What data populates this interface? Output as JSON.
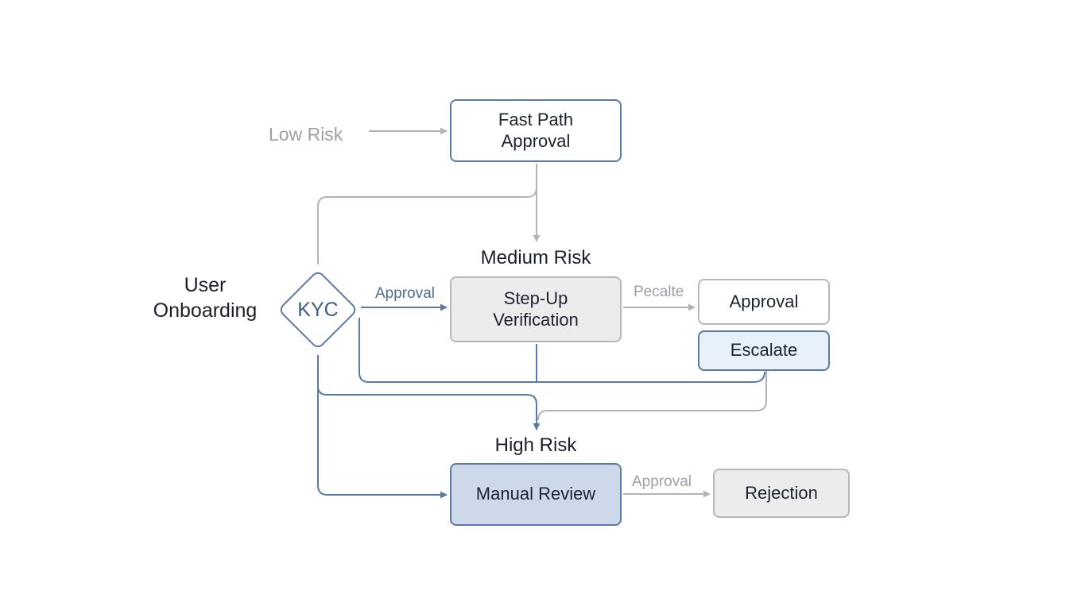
{
  "diagram": {
    "start_label": [
      "User",
      "Onboarding"
    ],
    "decision": "KYC",
    "tiers": {
      "low": "Low Risk",
      "medium": "Medium Risk",
      "high": "High Risk"
    },
    "nodes": {
      "fast_path": [
        "Fast Path",
        "Approval"
      ],
      "step_up": [
        "Step-Up",
        "Verification"
      ],
      "approval": "Approval",
      "escalate": "Escalate",
      "manual_review": "Manual Review",
      "rejection": "Rejection"
    },
    "edge_labels": {
      "kyc_to_stepup": "Approval",
      "stepup_to_approval": "Pecalte",
      "manual_to_rejection": "Approval"
    },
    "colors": {
      "accent_line": "#5b7aa1",
      "grey_line": "#b0b3b8",
      "escalate_fill": "#e8f0f9",
      "manual_fill": "#cdd8e8",
      "neutral_fill": "#ececec"
    }
  }
}
